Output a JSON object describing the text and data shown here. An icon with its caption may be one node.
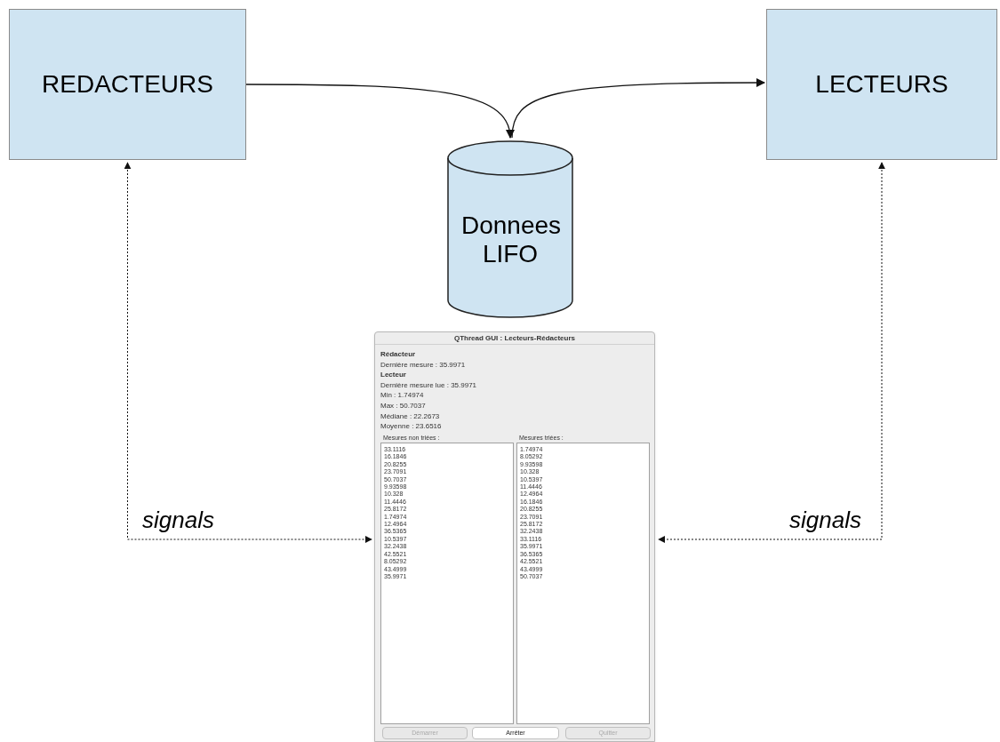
{
  "diagram": {
    "nodes": [
      {
        "text": [
          "REDACTEURS"
        ]
      },
      {
        "text": [
          "LECTEURS"
        ]
      },
      {
        "text": [
          "Donnees LIFO"
        ]
      },
      {
        "text": [
          "QThread GUI : Lecteurs-Rédacteurs"
        ]
      },
      {
        "text": [
          "Mesures non triées :",
          "33.1116",
          "16.1846",
          "20.8255",
          "23.7091",
          "50.7037",
          "9.93598",
          "10.328",
          "11.4446",
          "25.8172",
          "1.74974",
          "12.4964",
          "36.5365",
          "10.5397",
          "32.2438",
          "42.5521",
          "8.05292",
          "43.4999",
          "35.9971"
        ],
        "in": 3
      },
      {
        "text": [
          "Mesures triées :",
          "1.74974",
          "8.05292",
          "9.93598",
          "10.328",
          "10.5397",
          "11.4446",
          "12.4964",
          "16.1846",
          "20.8255",
          "23.7091",
          "25.8172",
          "32.2438",
          "33.1116",
          "35.9971",
          "36.5365",
          "42.5521",
          "43.4999",
          "50.7037"
        ],
        "in": 3
      },
      {
        "text": [
          "Démarrer"
        ],
        "in": 3
      },
      {
        "text": [
          "Arrêter"
        ],
        "in": 3
      },
      {
        "text": [
          "Quitter"
        ],
        "in": 3
      }
    ],
    "edges": [
      {
        "from": 0,
        "to": 2,
        "arrow": "to"
      },
      {
        "from": 2,
        "to": 1,
        "arrow": "to"
      },
      {
        "from": 0,
        "to": 3,
        "arrow": "both",
        "style": "dashed",
        "label": "signals"
      },
      {
        "from": 1,
        "to": 3,
        "arrow": "both",
        "style": "dashed",
        "label": "signals"
      }
    ],
    "labels": [
      "Rédacteur",
      "Dernière mesure : 35.9971",
      "Lecteur",
      "Dernière mesure lue : 35.9971",
      "Min : 1.74974",
      "Max : 50.7037",
      "Médiane : 22.2673",
      "Moyenne : 23.6516"
    ]
  }
}
